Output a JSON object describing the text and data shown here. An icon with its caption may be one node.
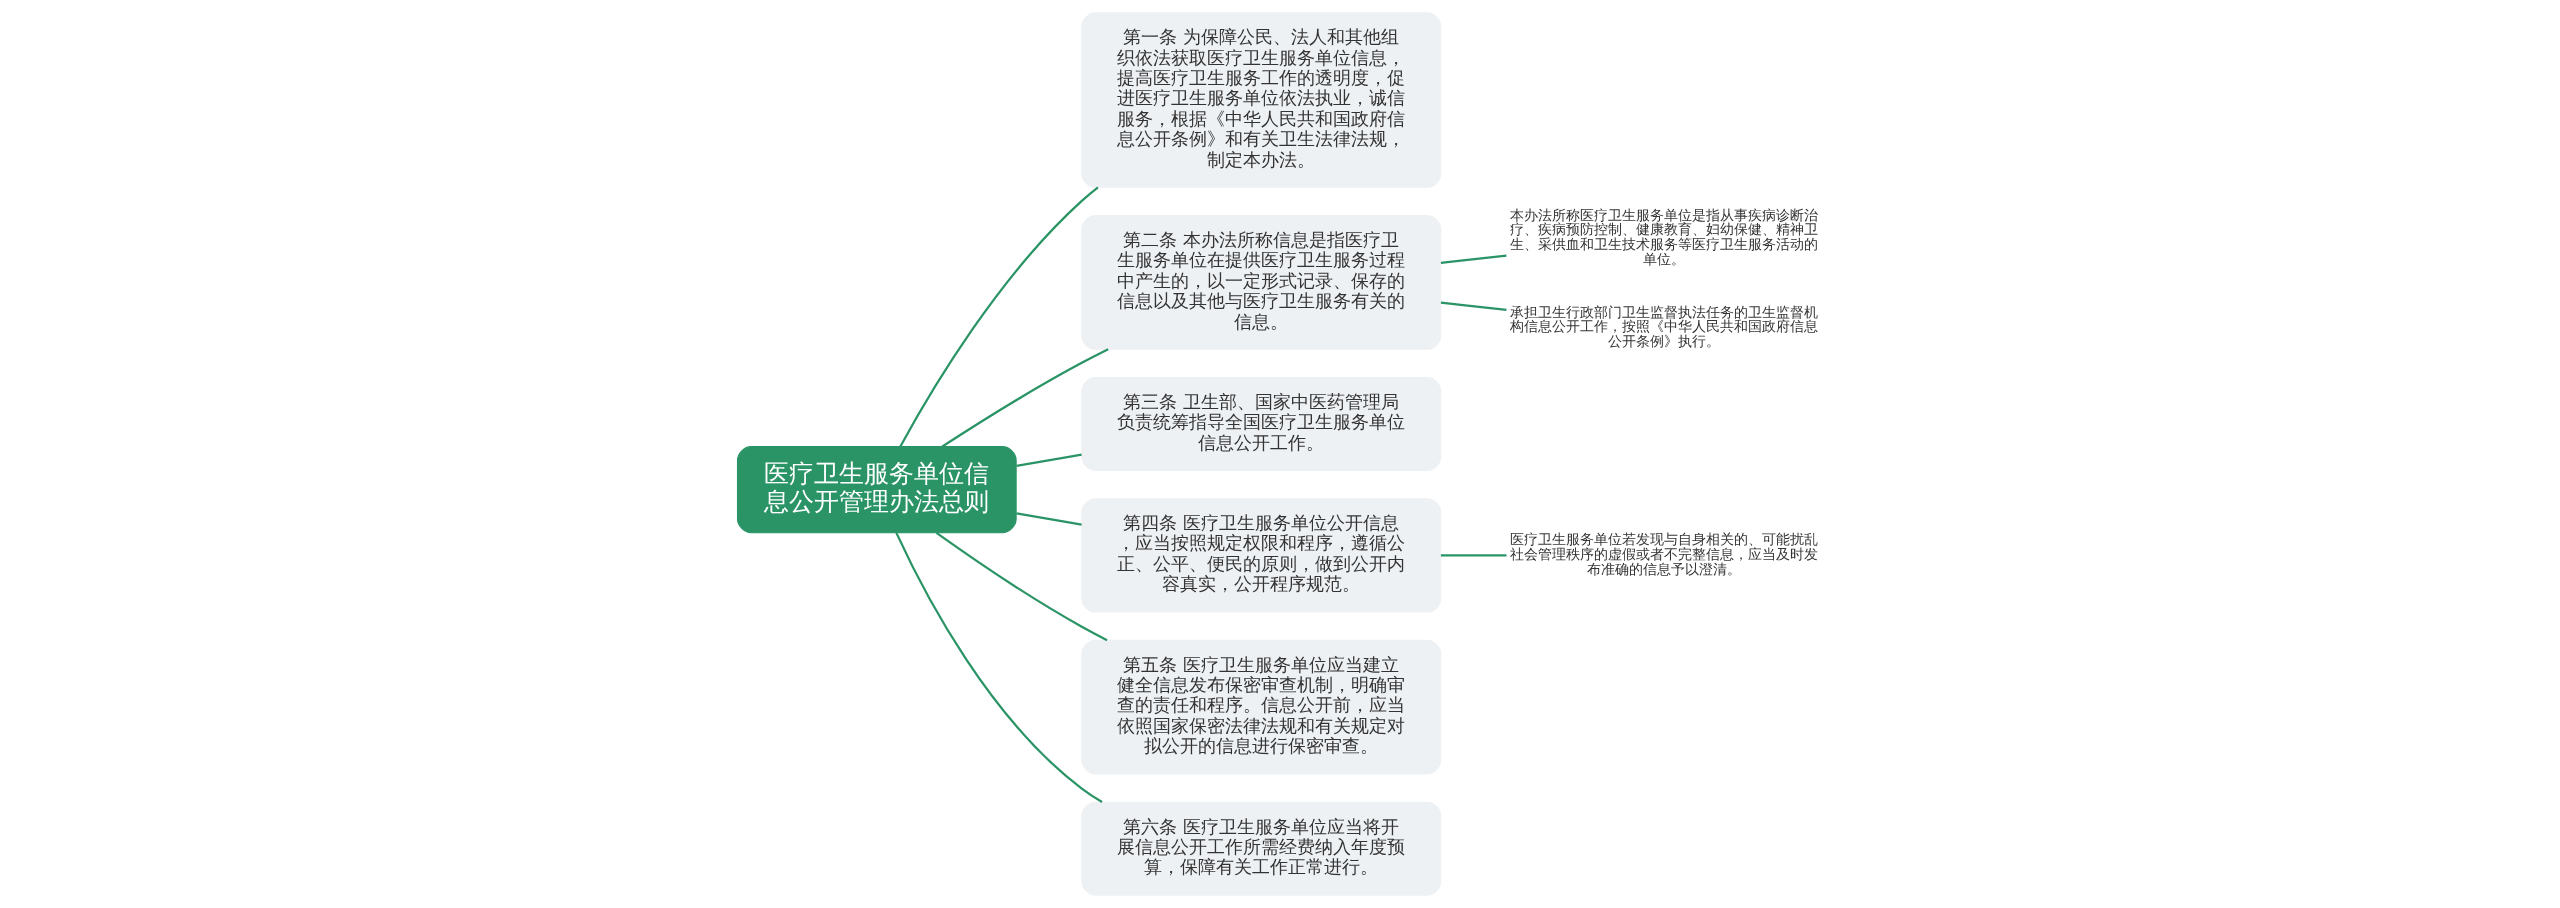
{
  "diagram": {
    "nodes": [
      {
        "text": [
          "医疗卫生服务单位信息公开管理办法总则"
        ]
      },
      {
        "text": [
          "第一条 为保障公民、法人和其他组织依法获取医疗卫生服务单位信息，提高医疗卫生服务工作的透明度，促进医疗卫生服务单位依法执业，诚信服务，根据《中华人民共和国政府信息公开条例》和有关卫生法律法规，制定本办法。"
        ]
      },
      {
        "text": [
          "第二条 本办法所称信息是指医疗卫生服务单位在提供医疗卫生服务过程中产生的，以一定形式记录、保存的信息以及其他与医疗卫生服务有关的信息。"
        ]
      },
      {
        "text": [
          "第三条 卫生部、国家中医药管理局负责统筹指导全国医疗卫生服务单位信息公开工作。"
        ]
      },
      {
        "text": [
          "第四条 医疗卫生服务单位公开信息，应当按照规定权限和程序，遵循公正、公平、便民的原则，做到公开内容真实，公开程序规范。"
        ]
      },
      {
        "text": [
          "第五条 医疗卫生服务单位应当建立健全信息发布保密审查机制，明确审查的责任和程序。信息公开前，应当依照国家保密法律法规和有关规定对拟公开的信息进行保密审查。"
        ]
      },
      {
        "text": [
          "第六条 医疗卫生服务单位应当将开展信息公开工作所需经费纳入年度预算，保障有关工作正常进行。"
        ]
      },
      {
        "text": [
          "本办法所称医疗卫生服务单位是指从事疾病诊断治疗、疾病预防控制、健康教育、妇幼保健、精神卫生、采供血和卫生技术服务等医疗卫生服务活动的单位。"
        ]
      },
      {
        "text": [
          "承担卫生行政部门卫生监督执法任务的卫生监督机构信息公开工作，按照《中华人民共和国政府信息公开条例》执行。"
        ]
      },
      {
        "text": [
          "医疗卫生服务单位若发现与自身相关的、可能扰乱社会管理秩序的虚假或者不完整信息，应当及时发布准确的信息予以澄清。"
        ]
      }
    ],
    "edges": [
      {
        "from": 0,
        "to": 1,
        "arrow": "none"
      },
      {
        "from": 0,
        "to": 2,
        "arrow": "none"
      },
      {
        "from": 0,
        "to": 3,
        "arrow": "none"
      },
      {
        "from": 0,
        "to": 4,
        "arrow": "none"
      },
      {
        "from": 0,
        "to": 5,
        "arrow": "none"
      },
      {
        "from": 0,
        "to": 6,
        "arrow": "none"
      },
      {
        "from": 2,
        "to": 7,
        "arrow": "none"
      },
      {
        "from": 2,
        "to": 8,
        "arrow": "none"
      },
      {
        "from": 4,
        "to": 9,
        "arrow": "none"
      }
    ]
  }
}
